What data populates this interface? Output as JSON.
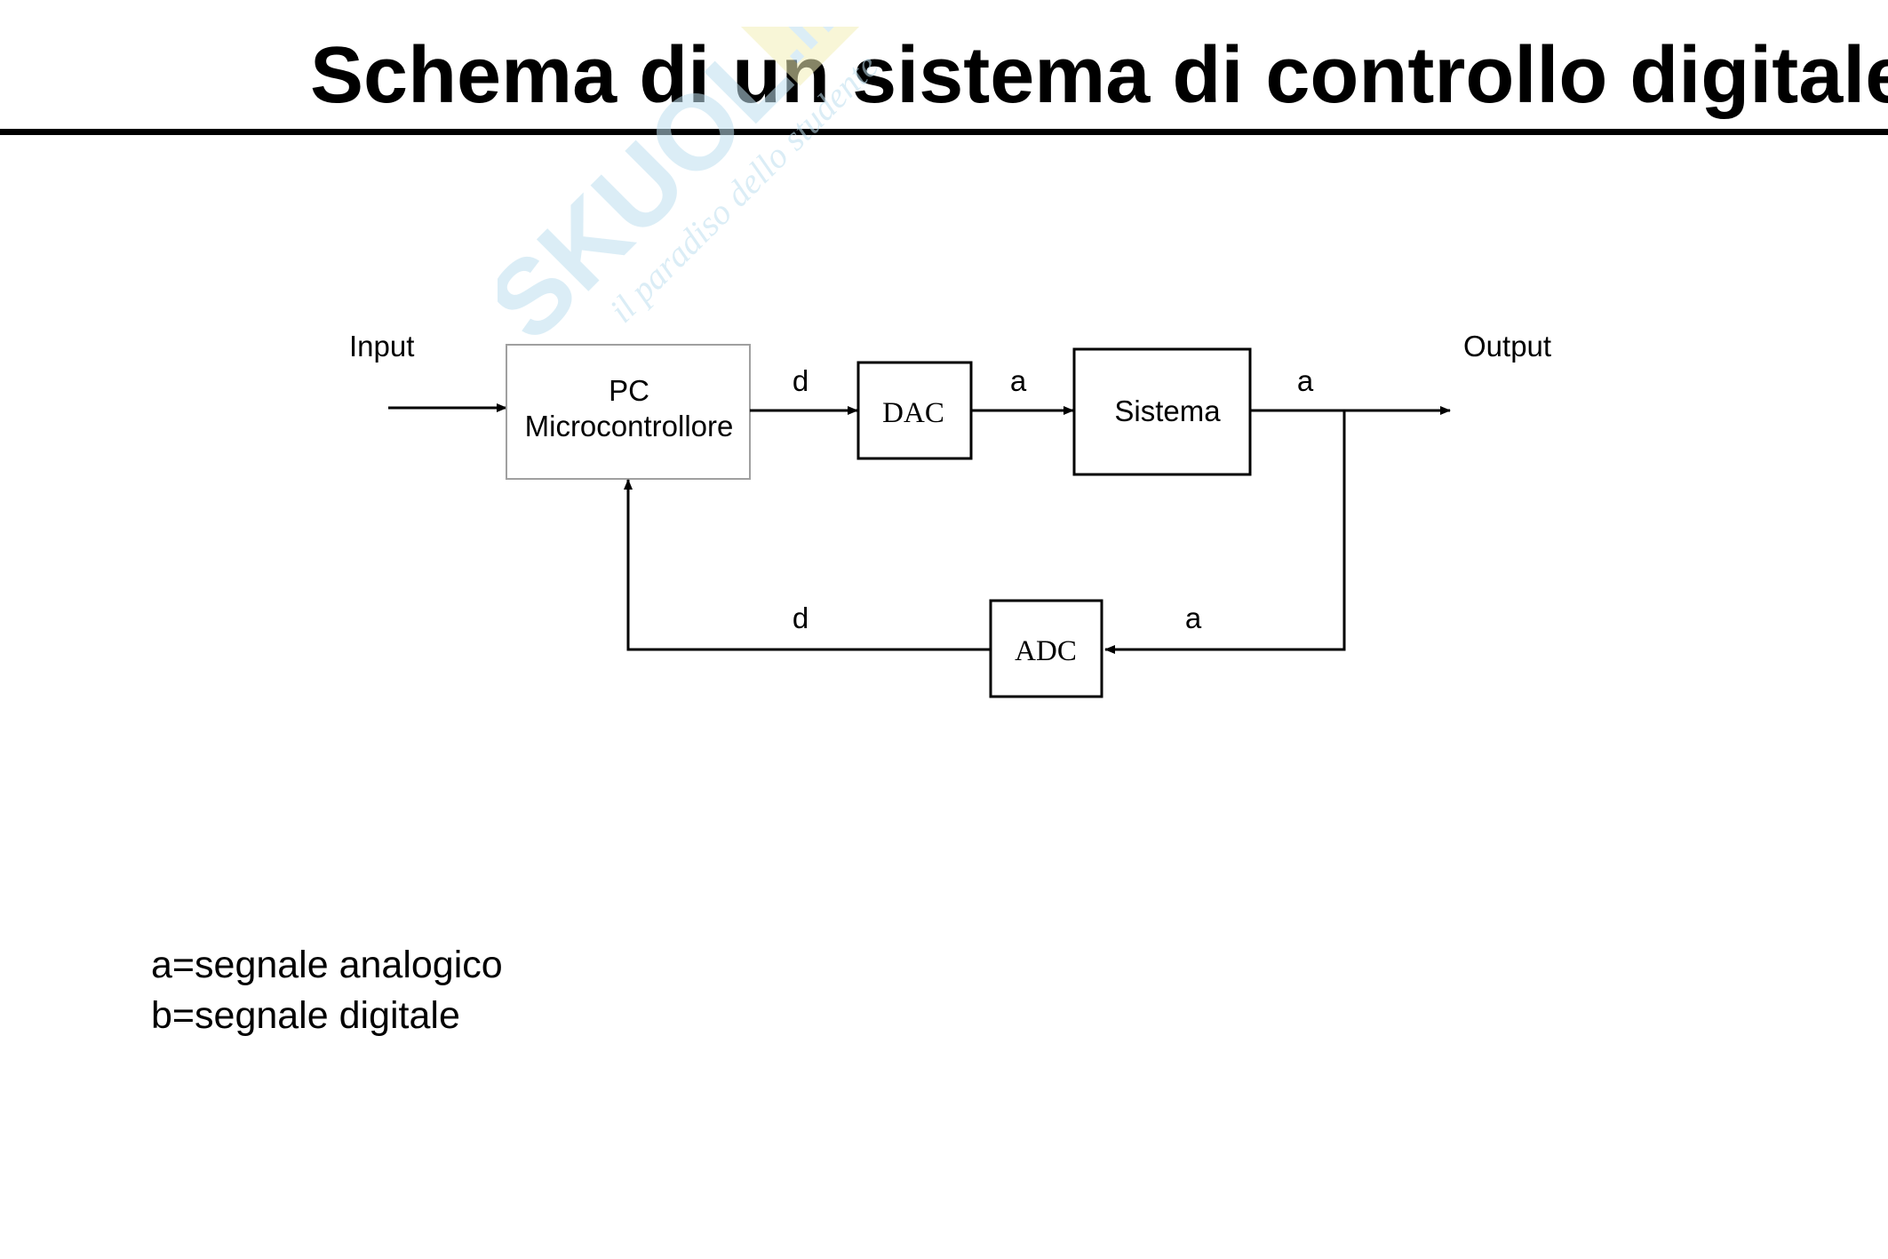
{
  "title": "Schema di un sistema di controllo digitale",
  "diagram": {
    "input_label": "Input",
    "output_label": "Output",
    "blocks": {
      "controller_line1": "PC",
      "controller_line2": "Microcontrollore",
      "dac": "DAC",
      "system": "Sistema",
      "adc": "ADC"
    },
    "signals": {
      "controller_to_dac": "d",
      "dac_to_system": "a",
      "system_to_output": "a",
      "feedback_to_adc": "a",
      "adc_to_controller": "d"
    }
  },
  "legend": {
    "line1": "a=segnale analogico",
    "line2": "b=segnale digitale"
  },
  "watermark": {
    "brand": "SKUOLA.net",
    "tagline": "il paradiso dello studente"
  },
  "colors": {
    "text": "#000000",
    "watermark_blue": "#bfe0ef",
    "watermark_yellow": "#f3f0b8",
    "controller_border": "#a0a0a0"
  }
}
